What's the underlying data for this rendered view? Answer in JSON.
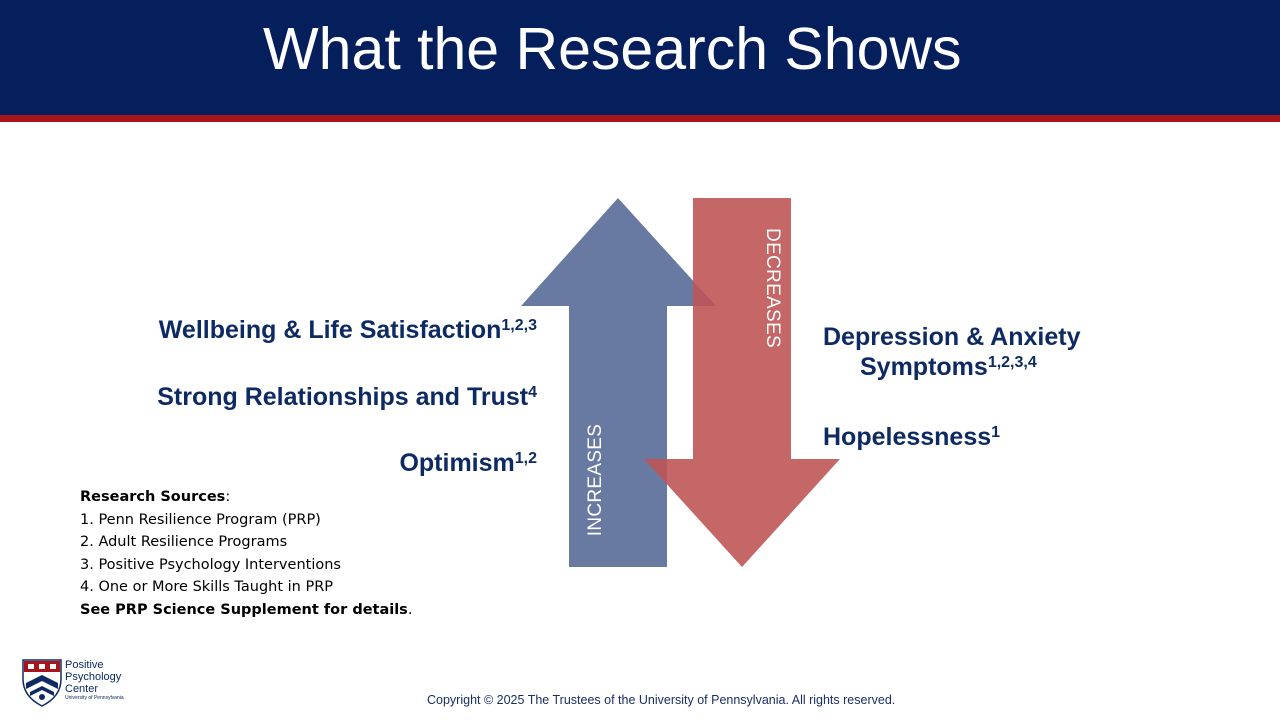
{
  "title": "What the Research Shows",
  "arrows": {
    "up_label": "INCREASES",
    "down_label": "DECREASES",
    "up_color": "#5d709b",
    "down_color": "#bf5556"
  },
  "increases": [
    {
      "text": "Wellbeing & Life Satisfaction",
      "sup": "1,2,3"
    },
    {
      "text": "Strong Relationships and Trust",
      "sup": "4"
    },
    {
      "text": "Optimism",
      "sup": "1,2"
    }
  ],
  "decreases": [
    {
      "line1": "Depression & Anxiety",
      "line2": "Symptoms",
      "sup": "1,2,3,4"
    },
    {
      "text": "Hopelessness",
      "sup": "1"
    }
  ],
  "sources": {
    "heading": "Research Sources",
    "heading_suffix": ":",
    "items": [
      "1. Penn Resilience Program (PRP)",
      "2. Adult Resilience Programs",
      "3. Positive Psychology Interventions",
      "4. One or More Skills Taught in PRP"
    ],
    "note": "See PRP Science Supplement for details",
    "note_suffix": "."
  },
  "logo": {
    "line1": "Positive",
    "line2": "Psychology",
    "line3": "Center",
    "line4": "University of Pennsylvania"
  },
  "copyright": "Copyright © 2025 The Trustees of the University of Pennsylvania.  All rights reserved.",
  "colors": {
    "header": "#041f5c",
    "stripe": "#a7141b",
    "text_navy": "#0e2a63"
  }
}
